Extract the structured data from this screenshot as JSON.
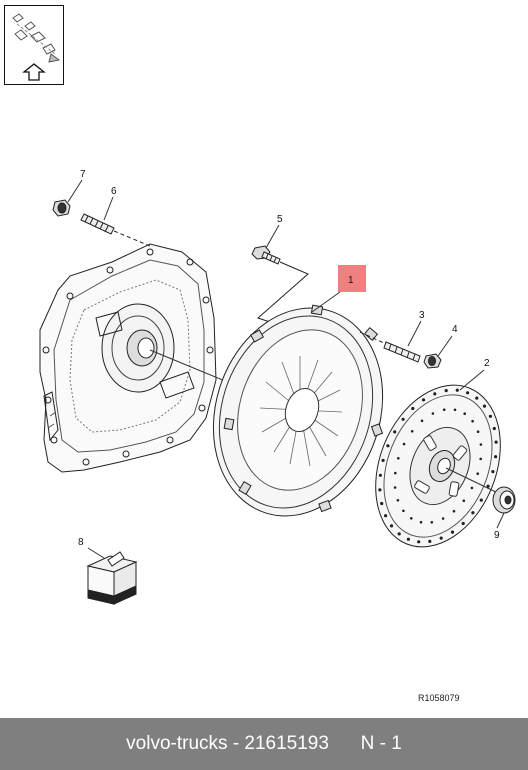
{
  "diagram": {
    "callouts": [
      {
        "id": "callout-7",
        "label": "7"
      },
      {
        "id": "callout-6",
        "label": "6"
      },
      {
        "id": "callout-5",
        "label": "5"
      },
      {
        "id": "callout-1",
        "label": "1"
      },
      {
        "id": "callout-3",
        "label": "3"
      },
      {
        "id": "callout-4",
        "label": "4"
      },
      {
        "id": "callout-2",
        "label": "2"
      },
      {
        "id": "callout-8",
        "label": "8"
      },
      {
        "id": "callout-9",
        "label": "9"
      }
    ],
    "highlight_color": "#f08080",
    "reference_code": "R1058079"
  },
  "footer": {
    "brand": "volvo-trucks",
    "separator": " - ",
    "part_number": "21615193",
    "position_code": "N - 1"
  },
  "icons": {
    "view_badge": "view-direction-badge-icon"
  }
}
